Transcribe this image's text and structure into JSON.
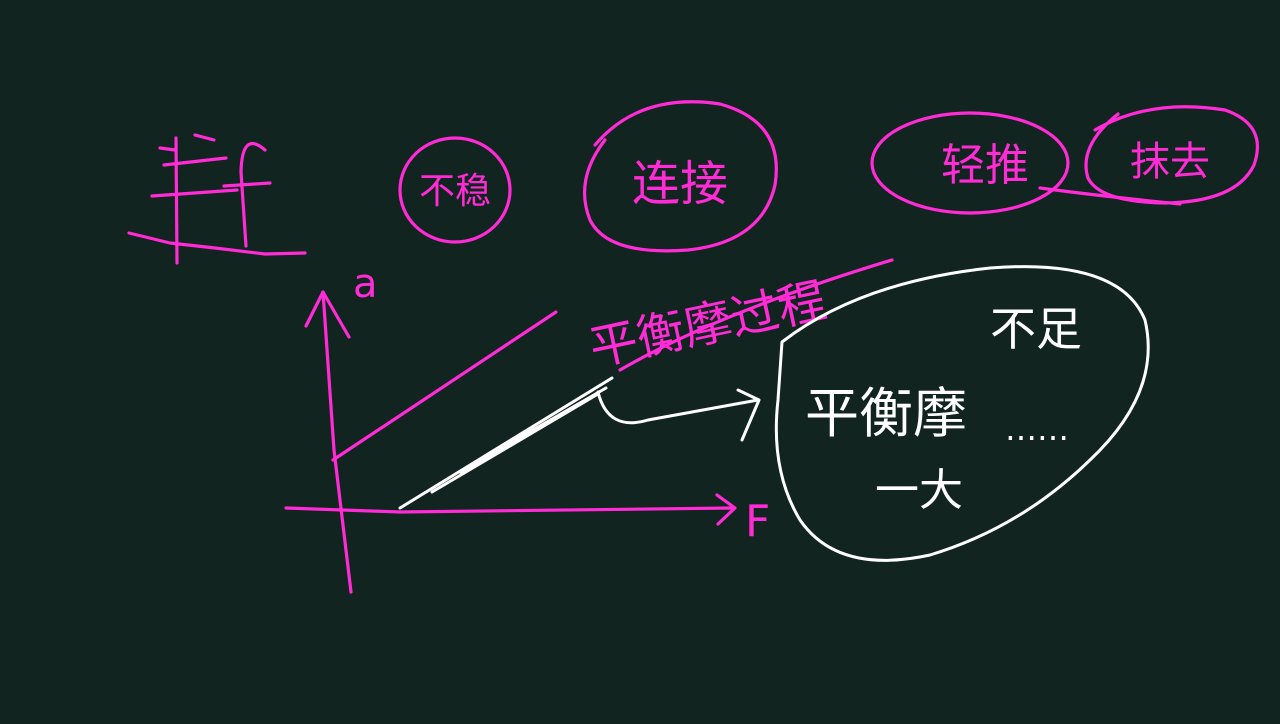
{
  "colors": {
    "background": "#12241f",
    "ink_primary": "#ff2bd6",
    "ink_secondary": "#ffffff"
  },
  "labels": {
    "title": "平f",
    "circled_1": "不稳",
    "circled_2": "连接",
    "circled_3": "轻推",
    "circled_4": "抹去",
    "axis_y": "a",
    "axis_x": "F",
    "process_label": "平衡摩过程",
    "bubble_line1": "平衡摩",
    "bubble_line2": "不足",
    "bubble_line3": "一大",
    "bubble_line4": "……"
  }
}
